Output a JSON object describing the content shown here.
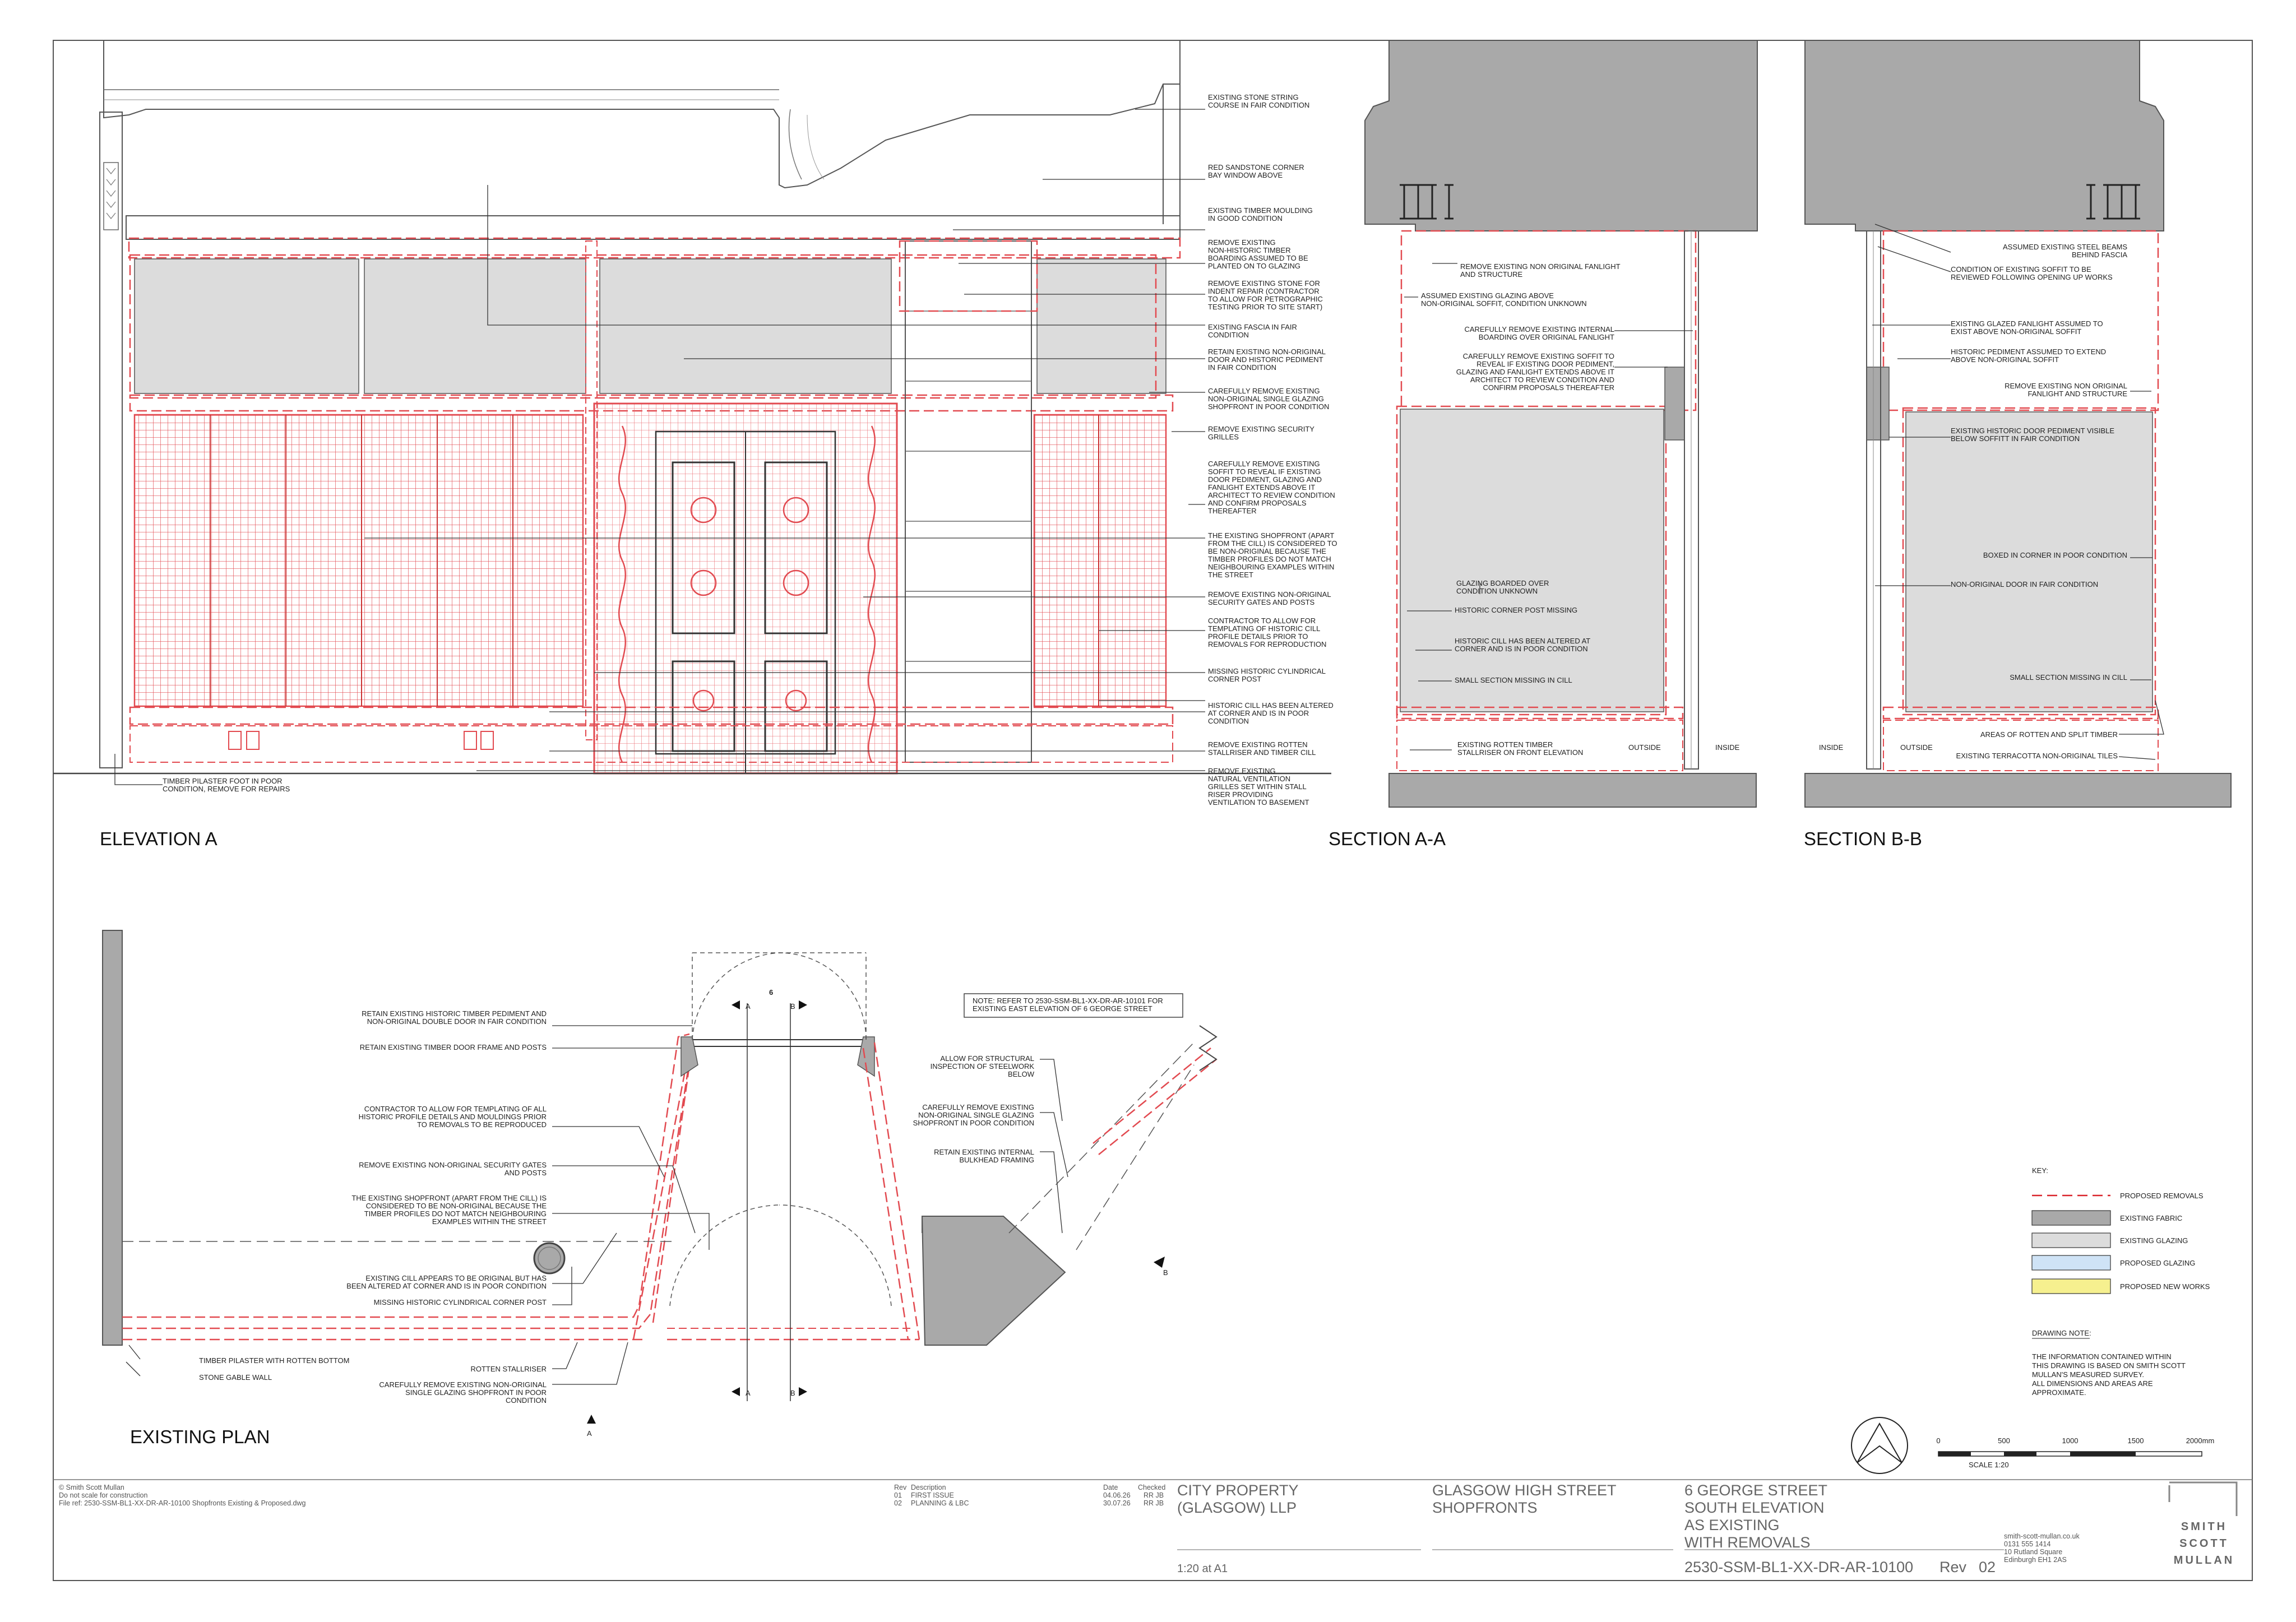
{
  "drawing": {
    "elevation_a": {
      "title": "ELEVATION A",
      "notes": [
        "EXISTING STONE STRING|COURSE IN FAIR CONDITION",
        "RED SANDSTONE CORNER|BAY WINDOW ABOVE",
        "EXISTING TIMBER MOULDING|IN GOOD CONDITION",
        "REMOVE EXISTING|NON-HISTORIC TIMBER|BOARDING ASSUMED TO BE|PLANTED ON TO GLAZING",
        "REMOVE EXISTING STONE FOR|INDENT REPAIR (CONTRACTOR|TO ALLOW FOR PETROGRAPHIC|TESTING PRIOR TO SITE START)",
        "EXISTING FASCIA IN FAIR|CONDITION",
        "RETAIN EXISTING NON-ORIGINAL|DOOR AND HISTORIC PEDIMENT|IN FAIR CONDITION",
        "CAREFULLY REMOVE EXISTING|NON-ORIGINAL SINGLE GLAZING|SHOPFRONT IN POOR CONDITION",
        "REMOVE EXISTING SECURITY|GRILLES",
        "CAREFULLY REMOVE EXISTING|SOFFIT TO REVEAL IF EXISTING|DOOR PEDIMENT, GLAZING AND|FANLIGHT EXTENDS ABOVE IT|ARCHITECT TO REVIEW CONDITION|AND CONFIRM PROPOSALS|THEREAFTER",
        "THE EXISTING SHOPFRONT (APART|FROM THE CILL) IS CONSIDERED TO|BE NON-ORIGINAL BECAUSE THE|TIMBER PROFILES DO NOT MATCH|NEIGHBOURING EXAMPLES WITHIN|THE STREET",
        "REMOVE EXISTING NON-ORIGINAL|SECURITY GATES AND POSTS",
        "CONTRACTOR TO ALLOW FOR|TEMPLATING OF HISTORIC CILL|PROFILE DETAILS PRIOR TO|REMOVALS FOR REPRODUCTION",
        "MISSING HISTORIC CYLINDRICAL|CORNER POST",
        "HISTORIC CILL HAS BEEN ALTERED|AT CORNER AND IS IN POOR|CONDITION",
        "REMOVE EXISTING ROTTEN|STALLRISER AND TIMBER CILL",
        "REMOVE EXISTING|NATURAL VENTILATION|GRILLES SET WITHIN STALL|RISER PROVIDING|VENTILATION TO BASEMENT"
      ],
      "left_note": "TIMBER PILASTER FOOT IN POOR|CONDITION, REMOVE FOR REPAIRS"
    },
    "section_aa": {
      "title": "SECTION A-A",
      "notes": [
        "REMOVE EXISTING NON ORIGINAL FANLIGHT|AND STRUCTURE",
        "ASSUMED EXISTING GLAZING ABOVE|NON-ORIGINAL SOFFIT, CONDITION UNKNOWN",
        "CAREFULLY REMOVE EXISTING INTERNAL|BOARDING OVER ORIGINAL FANLIGHT",
        "CAREFULLY REMOVE EXISTING SOFFIT TO|REVEAL IF EXISTING DOOR PEDIMENT,|GLAZING AND FANLIGHT EXTENDS ABOVE IT|ARCHITECT TO REVIEW CONDITION AND|CONFIRM PROPOSALS THEREAFTER",
        "GLAZING BOARDED OVER|CONDITION UNKNOWN",
        "HISTORIC CORNER POST MISSING",
        "HISTORIC CILL HAS BEEN ALTERED AT|CORNER AND IS IN POOR CONDITION",
        "SMALL SECTION MISSING IN CILL",
        "EXISTING ROTTEN TIMBER|STALLRISER ON FRONT ELEVATION"
      ],
      "outside": "OUTSIDE",
      "inside": "INSIDE"
    },
    "section_bb": {
      "title": "SECTION B-B",
      "notes": [
        "ASSUMED EXISTING STEEL BEAMS|BEHIND FASCIA",
        "CONDITION OF EXISTING SOFFIT TO BE|REVIEWED FOLLOWING OPENING UP WORKS",
        "EXISTING GLAZED FANLIGHT ASSUMED TO|EXIST ABOVE NON-ORIGINAL SOFFIT",
        "HISTORIC PEDIMENT ASSUMED TO EXTEND|ABOVE NON-ORIGINAL SOFFIT",
        "REMOVE EXISTING NON ORIGINAL|FANLIGHT AND STRUCTURE",
        "EXISTING HISTORIC DOOR PEDIMENT VISIBLE|BELOW SOFFITT IN FAIR CONDITION",
        "BOXED IN CORNER IN POOR CONDITION",
        "NON-ORIGINAL DOOR IN FAIR CONDITION",
        "SMALL SECTION MISSING IN CILL",
        "AREAS OF ROTTEN AND SPLIT TIMBER",
        "EXISTING TERRACOTTA NON-ORIGINAL TILES"
      ],
      "inside": "INSIDE",
      "outside": "OUTSIDE"
    },
    "plan": {
      "title": "EXISTING PLAN",
      "ref_note": "NOTE: REFER TO 2530-SSM-BL1-XX-DR-AR-10101 FOR|EXISTING EAST ELEVATION OF 6 GEORGE STREET",
      "left_notes": [
        "RETAIN EXISTING HISTORIC TIMBER PEDIMENT AND|NON-ORIGINAL DOUBLE DOOR IN FAIR CONDITION",
        "RETAIN EXISTING TIMBER DOOR FRAME AND POSTS",
        "CONTRACTOR TO ALLOW FOR TEMPLATING OF ALL|HISTORIC PROFILE DETAILS AND MOULDINGS PRIOR|TO REMOVALS TO BE REPRODUCED",
        "REMOVE EXISTING NON-ORIGINAL SECURITY GATES|AND POSTS",
        "THE EXISTING SHOPFRONT (APART FROM THE CILL) IS|CONSIDERED TO BE NON-ORIGINAL BECAUSE THE|TIMBER PROFILES DO NOT MATCH NEIGHBOURING|EXAMPLES WITHIN THE STREET",
        "EXISTING CILL APPEARS TO BE ORIGINAL BUT HAS|BEEN ALTERED AT CORNER AND IS IN POOR CONDITION",
        "MISSING HISTORIC CYLINDRICAL CORNER POST"
      ],
      "bottom_notes": [
        "TIMBER PILASTER WITH ROTTEN BOTTOM",
        "STONE GABLE WALL",
        "ROTTEN STALLRISER",
        "CAREFULLY REMOVE EXISTING NON-ORIGINAL|SINGLE GLAZING SHOPFRONT IN POOR|CONDITION"
      ],
      "right_notes": [
        "ALLOW FOR STRUCTURAL|INSPECTION OF STEELWORK|BELOW",
        "CAREFULLY REMOVE EXISTING|NON-ORIGINAL SINGLE GLAZING|SHOPFRONT IN POOR CONDITION",
        "RETAIN EXISTING INTERNAL|BULKHEAD FRAMING"
      ],
      "door_number": "6",
      "marker_a": "A",
      "marker_b": "B"
    },
    "key": {
      "title": "KEY:",
      "items": [
        {
          "label": "PROPOSED REMOVALS",
          "kind": "dash",
          "color": "#d9242b"
        },
        {
          "label": "EXISTING FABRIC",
          "kind": "swatch",
          "color": "#a9a9a9"
        },
        {
          "label": "EXISTING GLAZING",
          "kind": "swatch",
          "color": "#dcdcdc"
        },
        {
          "label": "PROPOSED GLAZING",
          "kind": "swatch",
          "color": "#cfe3f6"
        },
        {
          "label": "PROPOSED NEW WORKS",
          "kind": "swatch",
          "color": "#f6f08f"
        }
      ]
    },
    "drawing_note": {
      "title": "DRAWING NOTE:",
      "text": "THE INFORMATION CONTAINED WITHIN|THIS DRAWING IS BASED ON SMITH SCOTT|MULLAN'S MEASURED SURVEY.|ALL DIMENSIONS AND AREAS ARE|APPROXIMATE."
    },
    "scale_bar": {
      "ticks": [
        "0",
        "500",
        "1000",
        "1500",
        "2000mm"
      ],
      "label": "SCALE 1:20"
    }
  },
  "title_block": {
    "copyright": "© Smith Scott Mullan",
    "disclaimer": "Do not scale for construction",
    "file_ref": "File ref: 2530-SSM-BL1-XX-DR-AR-10100 Shopfronts Existing & Proposed.dwg",
    "revisions": {
      "headers": [
        "Rev",
        "Description",
        "Date",
        "Checked"
      ],
      "rows": [
        [
          "01",
          "FIRST ISSUE",
          "04.06.26",
          "RR JB"
        ],
        [
          "02",
          "PLANNING & LBC",
          "30.07.26",
          "RR JB"
        ]
      ]
    },
    "client": "CITY PROPERTY|(GLASGOW) LLP",
    "scale": "1:20 at A1",
    "project": "GLASGOW HIGH STREET|SHOPFRONTS",
    "drawing_title": "6 GEORGE STREET|SOUTH ELEVATION|AS EXISTING|WITH REMOVALS",
    "drawing_number": "2530-SSM-BL1-XX-DR-AR-10100",
    "rev_label": "Rev",
    "rev_value": "02",
    "contact": [
      "smith-scott-mullan.co.uk",
      "0131 555 1414",
      "10 Rutland Square",
      "Edinburgh EH1 2AS"
    ],
    "logo": [
      "SMITH",
      "SCOTT",
      "MULLAN"
    ]
  }
}
